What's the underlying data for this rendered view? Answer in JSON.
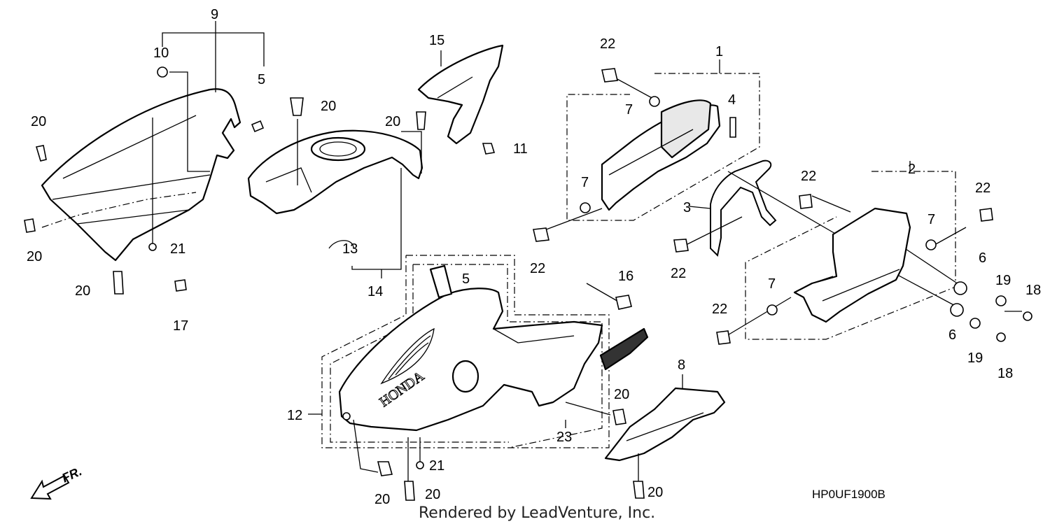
{
  "diagram": {
    "callouts": {
      "c1": "1",
      "c2": "2",
      "c3": "3",
      "c4": "4",
      "c5a": "5",
      "c5b": "5",
      "c6a": "6",
      "c6b": "6",
      "c7a": "7",
      "c7b": "7",
      "c7c": "7",
      "c7d": "7",
      "c8": "8",
      "c9": "9",
      "c10": "10",
      "c11": "11",
      "c12": "12",
      "c13": "13",
      "c14": "14",
      "c15": "15",
      "c16": "16",
      "c17": "17",
      "c18a": "18",
      "c18b": "18",
      "c19a": "19",
      "c19b": "19",
      "c20a": "20",
      "c20b": "20",
      "c20c": "20",
      "c20d": "20",
      "c20e": "20",
      "c20f": "20",
      "c20g": "20",
      "c20h": "20",
      "c20i": "20",
      "c21a": "21",
      "c21b": "21",
      "c22a": "22",
      "c22b": "22",
      "c22c": "22",
      "c22d": "22",
      "c22e": "22",
      "c22f": "22",
      "c23": "23"
    },
    "front_indicator": "FR.",
    "logo_text": "HONDA",
    "diagram_code": "HP0UF1900B",
    "footer_credit": "Rendered by LeadVenture, Inc."
  }
}
